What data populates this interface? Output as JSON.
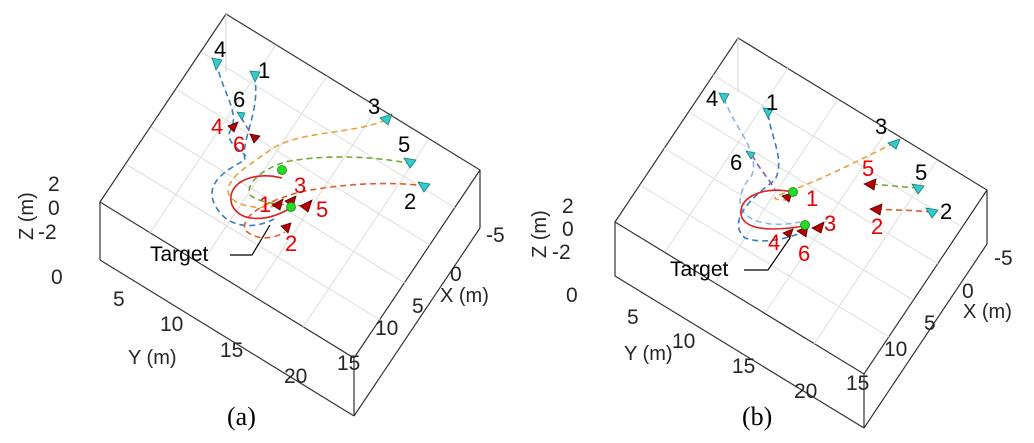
{
  "colors": {
    "box": "#333333",
    "grid": "#d9d9d9",
    "start_marker": "#33cccc",
    "end_marker": "#b30000",
    "target": "#22dd22",
    "start_label": "#000000",
    "end_label": "#e60000",
    "trajectories": [
      "#e8a33a",
      "#3a7dc4",
      "#74a832",
      "#d9602a",
      "#c4462a",
      "#7b5bb5"
    ]
  },
  "chart_data": [
    {
      "type": "scatter3d",
      "caption": "(a)",
      "axes": {
        "xlabel": "X (m)",
        "xticks": [
          "-5",
          "0",
          "5",
          "10",
          "15"
        ],
        "ylabel": "Y (m)",
        "yticks": [
          "0",
          "5",
          "10",
          "15",
          "20"
        ],
        "zlabel": "Z (m)",
        "zticks": [
          "2",
          "0",
          "-2"
        ]
      },
      "target_label": "Target",
      "agents_start_labels": [
        "4",
        "1",
        "6",
        "3",
        "5",
        "2"
      ],
      "agents_end_labels": [
        "4",
        "6",
        "3",
        "1",
        "5",
        "2"
      ]
    },
    {
      "type": "scatter3d",
      "caption": "(b)",
      "axes": {
        "xlabel": "X (m)",
        "xticks": [
          "-5",
          "0",
          "5",
          "10",
          "15"
        ],
        "ylabel": "Y (m)",
        "yticks": [
          "0",
          "5",
          "10",
          "15",
          "20"
        ],
        "zlabel": "Z (m)",
        "zticks": [
          "2",
          "0",
          "-2"
        ]
      },
      "target_label": "Target",
      "agents_start_labels": [
        "4",
        "1",
        "3",
        "6",
        "5",
        "2"
      ],
      "agents_end_labels": [
        "5",
        "1",
        "2",
        "3",
        "4",
        "6"
      ]
    }
  ]
}
